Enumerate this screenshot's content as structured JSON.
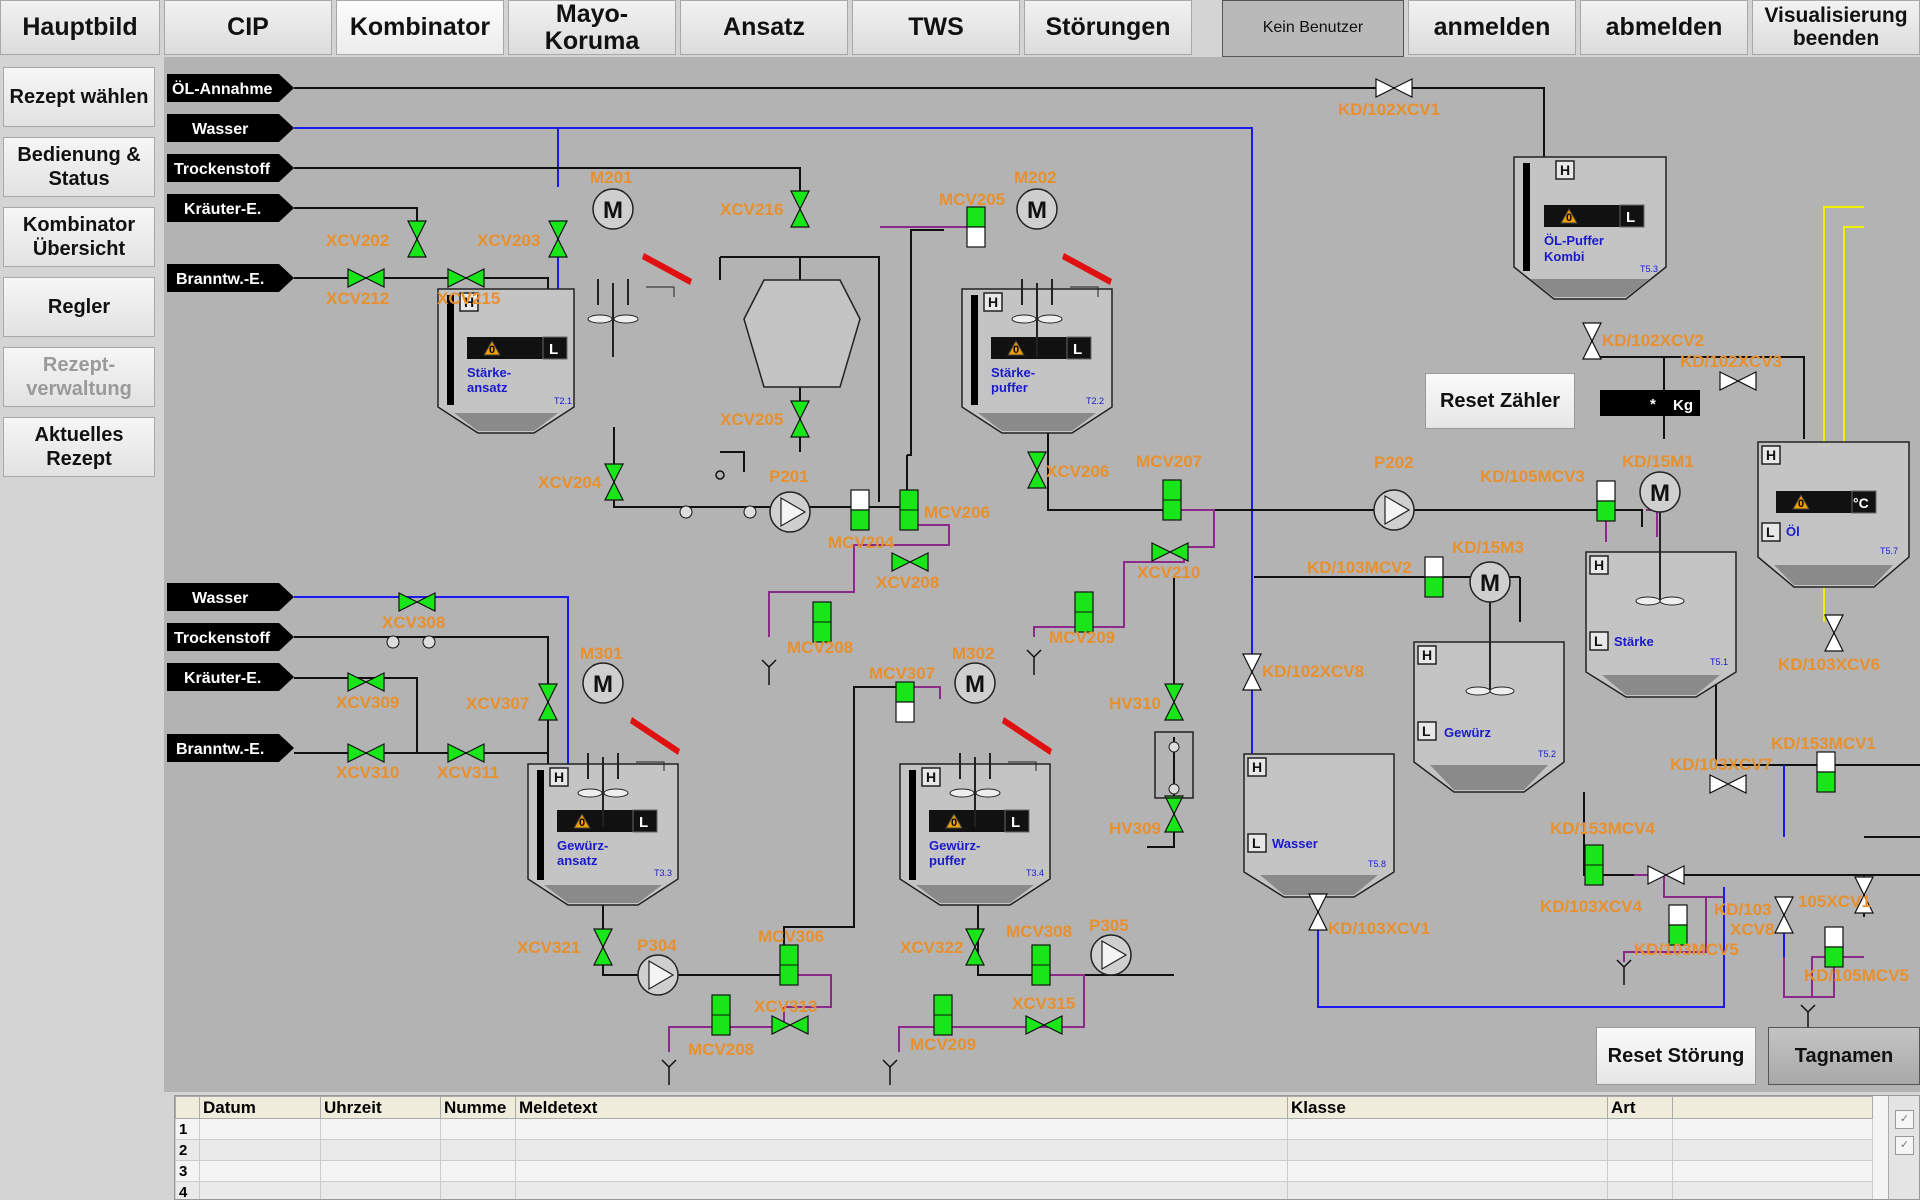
{
  "nav": {
    "tabs": [
      "Hauptbild",
      "CIP",
      "Kombinator",
      "Mayo-Koruma",
      "Ansatz",
      "TWS",
      "Störungen"
    ],
    "user_status": "Kein Benutzer",
    "login": "anmelden",
    "logout": "abmelden",
    "exit": "Visualisierung beenden"
  },
  "sidebar": {
    "items": [
      "Rezept wählen",
      "Bedienung & Status",
      "Kombinator Übersicht",
      "Regler",
      "Rezept-verwaltung",
      "Aktuelles Rezept"
    ]
  },
  "sources": {
    "top": [
      "ÖL-Annahme",
      "Wasser",
      "Trockenstoff",
      "Kräuter-E.",
      "Branntw.-E."
    ],
    "bottom": [
      "Wasser",
      "Trockenstoff",
      "Kräuter-E.",
      "Branntw.-E."
    ]
  },
  "motors": {
    "symbol": "M",
    "labels": [
      "M201",
      "M202",
      "M301",
      "M302",
      "KD/15M1",
      "KD/15M3"
    ]
  },
  "tanks": {
    "h": "H",
    "l": "L",
    "level_symbol": "0",
    "staerke_ansatz": {
      "name1": "Stärke-",
      "name2": "ansatz",
      "id": "T2.1",
      "unit": "L"
    },
    "staerke_puffer": {
      "name1": "Stärke-",
      "name2": "puffer",
      "id": "T2.2",
      "unit": "L"
    },
    "gewuerz_ansatz": {
      "name1": "Gewürz-",
      "name2": "ansatz",
      "id": "T3.3",
      "unit": "L"
    },
    "gewuerz_puffer": {
      "name1": "Gewürz-",
      "name2": "puffer",
      "id": "T3.4",
      "unit": "L"
    },
    "oel_puffer": {
      "name1": "ÖL-Puffer",
      "name2": "Kombi",
      "id": "T5.3",
      "unit": "L"
    },
    "oel": {
      "name": "Öl",
      "id": "T5.7",
      "unit": "°C"
    },
    "staerke": {
      "name": "Stärke",
      "id": "T5.1"
    },
    "gewuerz": {
      "name": "Gewürz",
      "id": "T5.2"
    },
    "wasser": {
      "name": "Wasser",
      "id": "T5.8"
    }
  },
  "valves": {
    "xcv202": "XCV202",
    "xcv203": "XCV203",
    "xcv212": "XCV212",
    "xcv215": "XCV215",
    "xcv216": "XCV216",
    "xcv205": "XCV205",
    "xcv204": "XCV204",
    "xcv206": "XCV206",
    "xcv208": "XCV208",
    "xcv210": "XCV210",
    "mcv205": "MCV205",
    "mcv204": "MCV204",
    "mcv206": "MCV206",
    "mcv207": "MCV207",
    "mcv208": "MCV208",
    "mcv209": "MCV209",
    "p201": "P201",
    "p202": "P202",
    "p304": "P304",
    "p305": "P305",
    "xcv308": "XCV308",
    "xcv309": "XCV309",
    "xcv307": "XCV307",
    "xcv310": "XCV310",
    "xcv311": "XCV311",
    "xcv321": "XCV321",
    "xcv322": "XCV322",
    "xcv313": "XCV313",
    "xcv315": "XCV315",
    "mcv307": "MCV307",
    "mcv306": "MCV306",
    "mcv308": "MCV308",
    "mcv208b": "MCV208",
    "mcv209b": "MCV209",
    "hv310": "HV310",
    "hv309": "HV309",
    "kd102xcv1": "KD/102XCV1",
    "kd102xcv2": "KD/102XCV2",
    "kd102xcv3": "KD/102XCV3",
    "kd105mcv3": "KD/105MCV3",
    "kd103mcv2": "KD/103MCV2",
    "kd102xcv8": "KD/102XCV8",
    "kd103xcv6": "KD/103XCV6",
    "kd153mcv1": "KD/153MCV1",
    "kd103xcv7": "KD/103XCV7",
    "kd153mcv4": "KD/153MCV4",
    "kd103xcv4": "KD/103XCV4",
    "kd103xcv1": "KD/103XCV1",
    "kd103xcv8a": "KD/103",
    "kd103xcv8b": "XCV8",
    "kd105xcv1": "105XCV1",
    "kd103mcv5": "KD/103MCV5",
    "kd105mcv5": "KD/105MCV5"
  },
  "counter": {
    "value": "*",
    "unit": "Kg"
  },
  "buttons": {
    "reset_counter": "Reset Zähler",
    "reset_fault": "Reset Störung",
    "tagnames": "Tagnamen"
  },
  "alarm_table": {
    "columns": [
      "Datum",
      "Uhrzeit",
      "Numme",
      "Meldetext",
      "Klasse",
      "Art"
    ],
    "rows": [
      "1",
      "2",
      "3",
      "4"
    ]
  },
  "colors": {
    "water_line": "#1a1aee",
    "product_line": "#111111",
    "purple_line": "#8b2a8b",
    "yellow_line": "#f0f000",
    "valve_open": "#19e619",
    "label_orange": "#e8902d",
    "background": "#b3b3b3"
  }
}
